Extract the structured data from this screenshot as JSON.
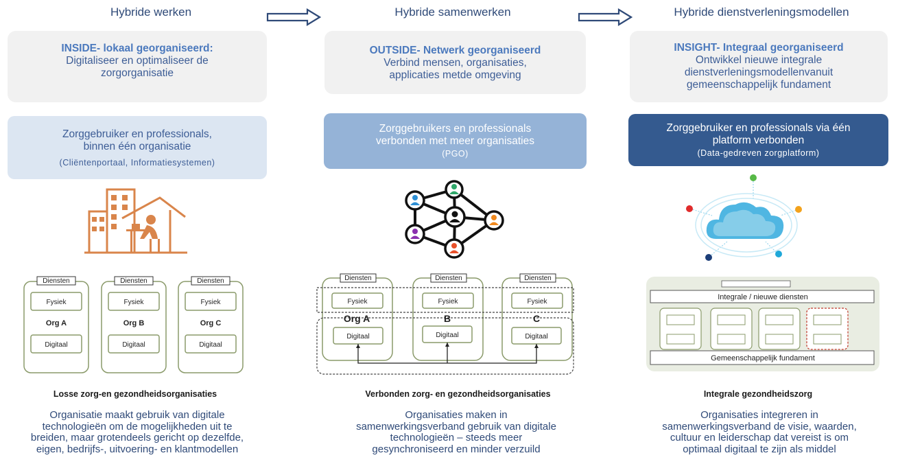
{
  "columns": [
    {
      "heading": "Hybride werken",
      "gray": {
        "title": "INSIDE- lokaal georganiseerd:",
        "lines": [
          "Digitaliseer en optimaliseer de",
          "zorgorganisatie"
        ]
      },
      "blue": {
        "lines": [
          "Zorggebruiker en professionals,",
          "binnen één organisatie"
        ],
        "small": "(Cliëntenportaal, Informatiesystemen)"
      },
      "diagram": {
        "tags": [
          "Diensten",
          "Diensten",
          "Diensten"
        ],
        "fysiek": [
          "Fysiek",
          "Fysiek",
          "Fysiek"
        ],
        "orgs": [
          "Org A",
          "Org B",
          "Org C"
        ],
        "digitaal": [
          "Digitaal",
          "Digitaal",
          "Digitaal"
        ]
      },
      "caption": "Losse zorg-en gezondheidsorganisaties",
      "desc": [
        "Organisatie maakt gebruik van digitale",
        "technologieën om de mogelijkheden uit te",
        "breiden, maar grotendeels gericht op dezelfde,",
        "eigen, bedrijfs-, uitvoering- en klantmodellen"
      ]
    },
    {
      "heading": "Hybride samenwerken",
      "gray": {
        "title": "OUTSIDE- Netwerk georganiseerd",
        "lines": [
          "Verbind mensen, organisaties,",
          "applicaties metde omgeving"
        ]
      },
      "blue": {
        "lines": [
          "Zorggebruikers en professionals",
          "verbonden met meer organisaties"
        ],
        "small": "(PGO)"
      },
      "diagram": {
        "tags": [
          "Diensten",
          "Diensten",
          "Diensten"
        ],
        "fysiek": [
          "Fysiek",
          "Fysiek",
          "Fysiek"
        ],
        "orgs": [
          "Org A",
          "B",
          "C"
        ],
        "digitaal": [
          "Digitaal",
          "Digitaal",
          "Digitaal"
        ]
      },
      "caption": "Verbonden zorg- en gezondheidsorganisaties",
      "desc": [
        "Organisaties maken in",
        "samenwerkingsverband gebruik van digitale",
        "technologieën – steeds meer",
        "gesynchroniseerd en minder verzuild"
      ]
    },
    {
      "heading": "Hybride dienstverleningsmodellen",
      "gray": {
        "title": "INSIGHT- Integraal georganiseerd",
        "lines": [
          "Ontwikkel nieuwe integrale",
          "dienstverleningsmodellenvanuit",
          "gemeenschappelijk fundament"
        ]
      },
      "blue": {
        "lines": [
          "Zorggebruiker en professionals via  één",
          "platform verbonden"
        ],
        "small": "(Data-gedreven zorgplatform)"
      },
      "diagram": {
        "top": "Integrale / nieuwe diensten",
        "bottom": "Gemeenschappelijk fundament"
      },
      "caption": "Integrale gezondheidszorg",
      "desc": [
        "Organisaties integreren in",
        "samenwerkingsverband de visie,  waarden,",
        "cultuur en leiderschap dat vereist is om",
        "optimaal digitaal te zijn als middel"
      ]
    }
  ],
  "colors": {
    "heading": "#2f4a78",
    "gray_box": "#f1f1f1",
    "blue_light": "#dce6f2",
    "blue_mid": "#95b3d7",
    "blue_dark": "#345a8f",
    "building": "#d9854b"
  },
  "icons": [
    "arrow-right-icon",
    "building-worker-icon",
    "network-people-icon",
    "cloud-network-icon"
  ]
}
